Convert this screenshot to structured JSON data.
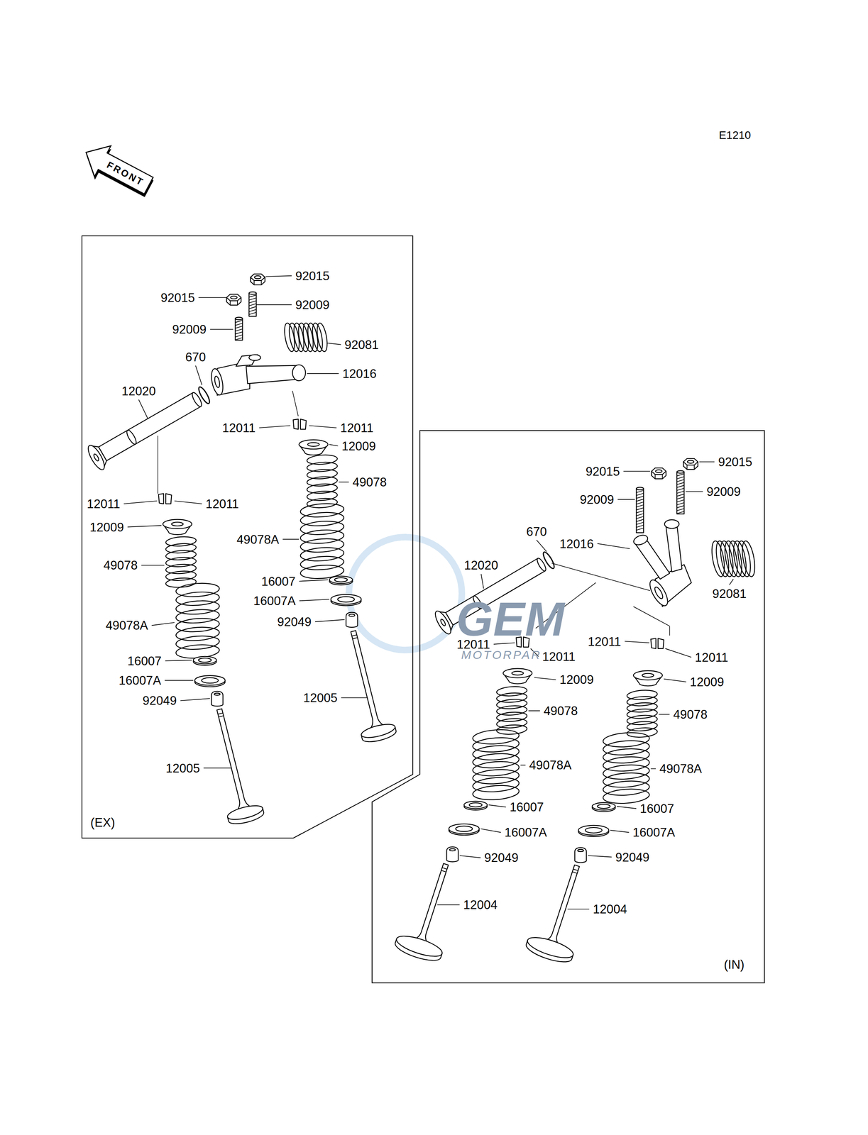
{
  "diagram": {
    "nodes": [
      {
        "text": [
          "FRONT"
        ]
      },
      {
        "text": [
          "(EX)"
        ]
      },
      {
        "text": [
          "(IN)"
        ]
      }
    ],
    "labels": [
      "E1210",
      "92015",
      "92015",
      "92009",
      "92009",
      "92081",
      "670",
      "12020",
      "12016",
      "12011",
      "12011",
      "12009",
      "49078",
      "12011",
      "12011",
      "12009",
      "49078A",
      "49078",
      "16007",
      "16007A",
      "92049",
      "49078A",
      "16007",
      "16007A",
      "92049",
      "12005",
      "12005",
      "92015",
      "92015",
      "92009",
      "92009",
      "670",
      "12016",
      "12020",
      "92081",
      "12011",
      "12011",
      "12011",
      "12011",
      "12009",
      "12009",
      "49078",
      "49078",
      "49078A",
      "49078A",
      "16007",
      "16007",
      "16007A",
      "16007A",
      "92049",
      "92049",
      "12004",
      "12004",
      "GEM",
      "MOTORPARTS"
    ]
  }
}
